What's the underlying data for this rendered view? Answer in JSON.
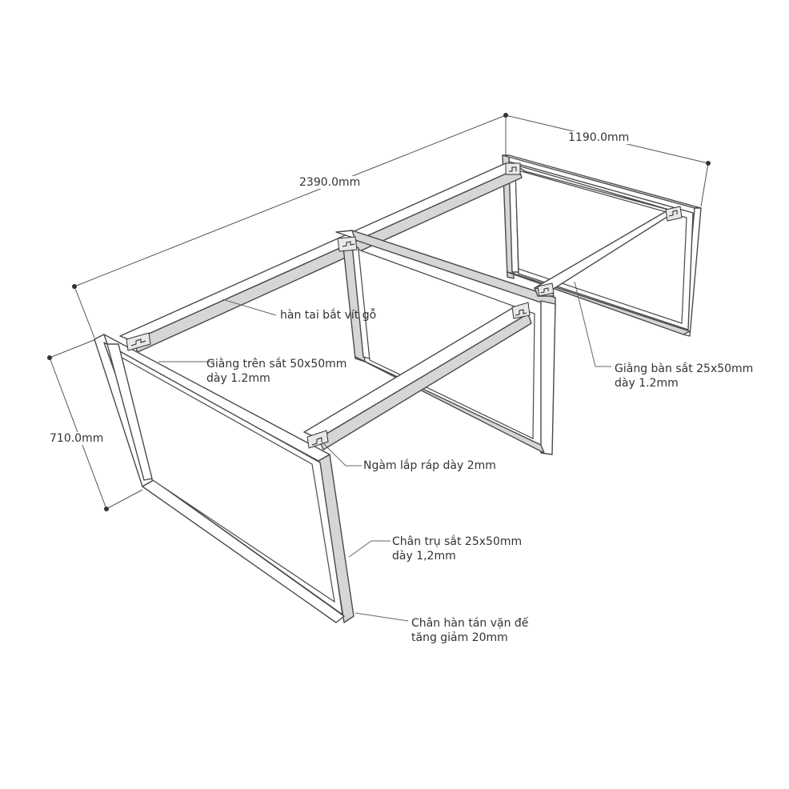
{
  "dimensions": {
    "length": "2390.0mm",
    "width": "1190.0mm",
    "height": "710.0mm"
  },
  "labels": {
    "weld_tab": "hàn tai bắt vít gỗ",
    "top_brace_line1": "Giằng trên sắt 50x50mm",
    "top_brace_line2": "dày 1.2mm",
    "table_brace_line1": "Giằng bàn sắt 25x50mm",
    "table_brace_line2": "dày 1.2mm",
    "joint": "Ngàm lắp ráp dày 2mm",
    "leg_line1": "Chân trụ sắt 25x50mm",
    "leg_line2": "dày 1,2mm",
    "foot_line1": "Chân hàn tán vặn đế",
    "foot_line2": "tăng giảm 20mm"
  }
}
